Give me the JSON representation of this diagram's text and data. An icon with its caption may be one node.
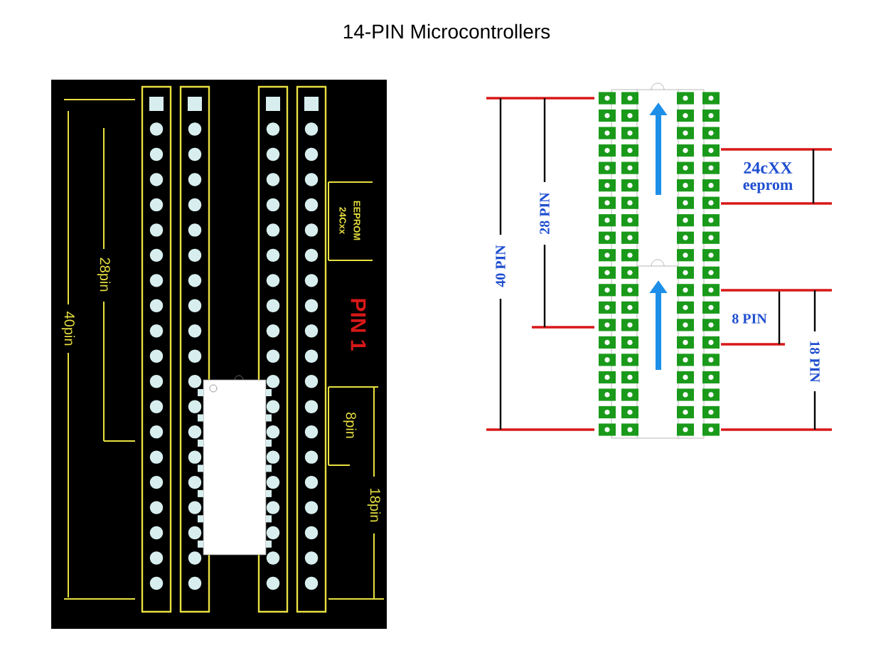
{
  "diagram": {
    "title": "14-PIN Microcontrollers",
    "labels": [
      "EEPROM",
      "24Cxx",
      "28pin",
      "PIN 1",
      "40pin",
      "8pin",
      "18pin",
      "28 PIN",
      "40 PIN",
      "24cXX",
      "eeprom",
      "8 PIN",
      "18 PIN"
    ]
  }
}
